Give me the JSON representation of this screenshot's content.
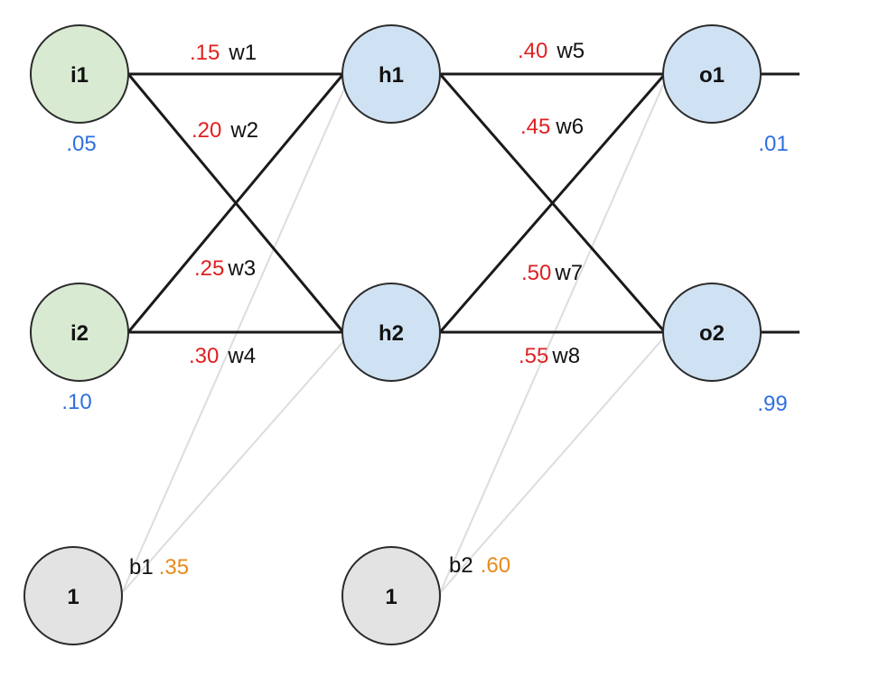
{
  "colors": {
    "input_fill": "#d9ead3",
    "hidden_fill": "#cfe2f3",
    "output_fill": "#cfe2f3",
    "bias_fill": "#e3e3e3",
    "weight_value": "#e02020",
    "io_value": "#2f6fe0",
    "bias_value": "#e88a1a",
    "edge": "#1a1a1a",
    "bias_edge": "#dddddd"
  },
  "nodes": {
    "i1": {
      "label": "i1",
      "value": ".05"
    },
    "i2": {
      "label": "i2",
      "value": ".10"
    },
    "h1": {
      "label": "h1"
    },
    "h2": {
      "label": "h2"
    },
    "o1": {
      "label": "o1",
      "target": ".01"
    },
    "o2": {
      "label": "o2",
      "target": ".99"
    },
    "b1": {
      "label": "1",
      "name": "b1",
      "value": ".35"
    },
    "b2": {
      "label": "1",
      "name": "b2",
      "value": ".60"
    }
  },
  "weights": {
    "w1": {
      "name": "w1",
      "value": ".15"
    },
    "w2": {
      "name": "w2",
      "value": ".20"
    },
    "w3": {
      "name": "w3",
      "value": ".25"
    },
    "w4": {
      "name": "w4",
      "value": ".30"
    },
    "w5": {
      "name": "w5",
      "value": ".40"
    },
    "w6": {
      "name": "w6",
      "value": ".45"
    },
    "w7": {
      "name": "w7",
      "value": ".50"
    },
    "w8": {
      "name": "w8",
      "value": ".55"
    }
  }
}
